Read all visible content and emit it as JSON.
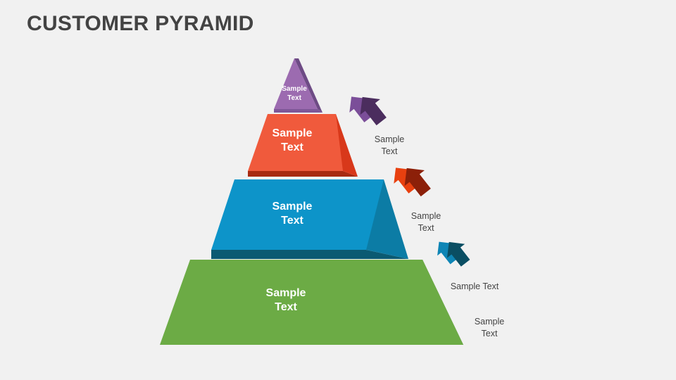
{
  "slide": {
    "title": "CUSTOMER PYRAMID",
    "background_color": "#f1f1f1",
    "title_color": "#434343"
  },
  "pyramid": {
    "tiers": [
      {
        "id": "tier-1",
        "label": "Sample\nText",
        "front_color": "#9C6BB0",
        "side_color": "#6E4B85",
        "bottom_color": "#7E5798"
      },
      {
        "id": "tier-2",
        "label": "Sample\nText",
        "front_color": "#F05A3C",
        "side_color": "#D8381A",
        "bottom_color": "#A82A10"
      },
      {
        "id": "tier-3",
        "label": "Sample\nText",
        "front_color": "#0D94C9",
        "side_color": "#0C7CA5",
        "bottom_color": "#0B5A72"
      },
      {
        "id": "tier-4",
        "label": "Sample\nText",
        "front_color": "#6CAB45",
        "side_color": "#4E7A33",
        "bottom_color": "#4E7A33"
      }
    ]
  },
  "callouts": [
    {
      "id": "callout-1",
      "text": "Sample\nText",
      "icon": "double-chevron-arrow-icon",
      "arrow_back_color": "#7B4E99",
      "arrow_front_color": "#4B2D5E",
      "text_color": "#444444"
    },
    {
      "id": "callout-2",
      "text": "Sample\nText",
      "icon": "double-chevron-arrow-icon",
      "arrow_back_color": "#E8400F",
      "arrow_front_color": "#8C2009",
      "text_color": "#444444"
    },
    {
      "id": "callout-3",
      "text": "Sample Text",
      "icon": "double-chevron-arrow-icon",
      "arrow_back_color": "#0E85B5",
      "arrow_front_color": "#0A4E63",
      "text_color": "#444444"
    },
    {
      "id": "callout-4",
      "text": "Sample\nText",
      "icon": "none",
      "arrow_back_color": "",
      "arrow_front_color": "",
      "text_color": "#444444"
    }
  ]
}
